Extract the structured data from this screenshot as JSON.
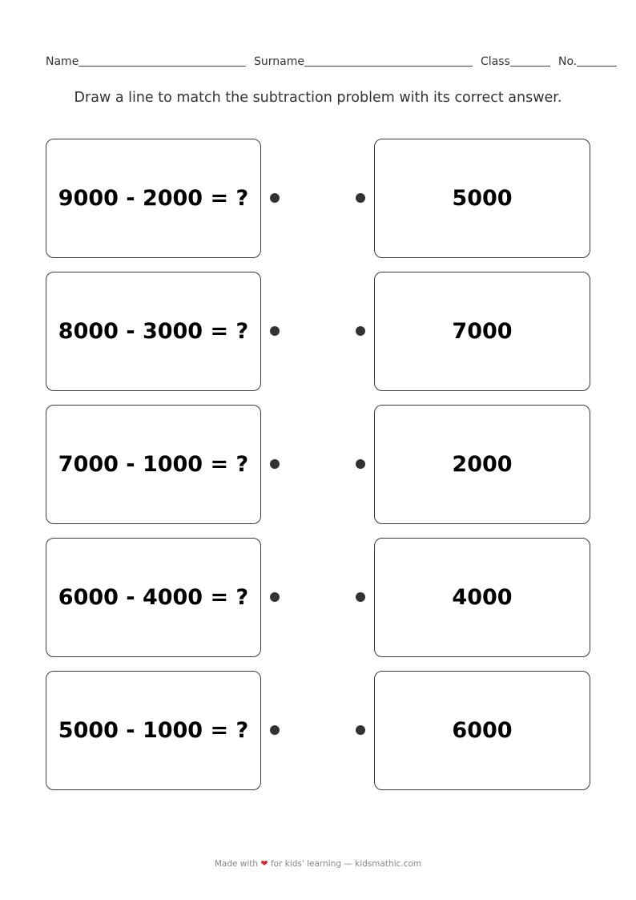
{
  "header": {
    "fields": [
      {
        "label": "Name"
      },
      {
        "label": "Surname"
      },
      {
        "label": "Class"
      },
      {
        "label": "No."
      }
    ]
  },
  "instructions": "Draw a line to match the subtraction problem with its correct answer.",
  "problems": [
    {
      "expression": "9000 - 2000 = ?"
    },
    {
      "expression": "8000 - 3000 = ?"
    },
    {
      "expression": "7000 - 1000 = ?"
    },
    {
      "expression": "6000 - 4000 = ?"
    },
    {
      "expression": "5000 - 1000 = ?"
    }
  ],
  "answers": [
    {
      "value": "5000"
    },
    {
      "value": "7000"
    },
    {
      "value": "2000"
    },
    {
      "value": "4000"
    },
    {
      "value": "6000"
    }
  ],
  "footer": {
    "prefix": "Made with",
    "icon": "heart-icon",
    "heart_glyph": "❤",
    "suffix": "for kids' learning — kidsmathic.com",
    "heart_color": "#d62828"
  }
}
